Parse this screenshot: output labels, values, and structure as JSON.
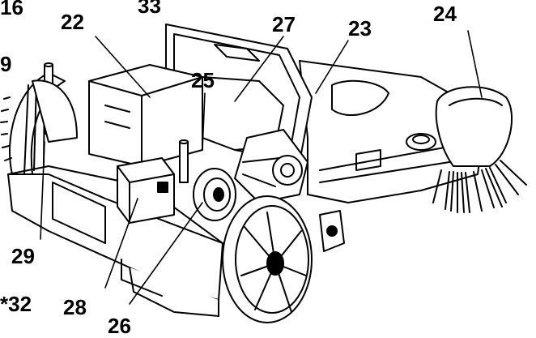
{
  "callouts": {
    "c16": "16",
    "c33": "33",
    "c22": "22",
    "c27": "27",
    "c23": "23",
    "c24": "24",
    "c25": "25",
    "c9": "9",
    "c29": "29",
    "c28": "28",
    "c32": "*32",
    "c26": "26"
  },
  "colors": {
    "ink": "#000000",
    "paper": "#ffffff",
    "shade": "#e9e9e9"
  }
}
